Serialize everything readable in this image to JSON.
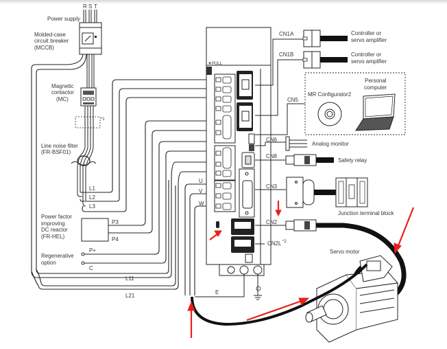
{
  "diagram": {
    "power_supply": {
      "label": "Power supply",
      "phases": [
        "R",
        "S",
        "T"
      ]
    },
    "mccb": {
      "label_lines": [
        "Molded-case",
        "circuit breaker",
        "(MCCB)"
      ]
    },
    "mc": {
      "label_lines": [
        "Magnetic",
        "contactor",
        "(MC)"
      ]
    },
    "note_1": "*1",
    "line_noise_filter": {
      "label_lines": [
        "Line noise filter",
        "(FR-BSF01)"
      ]
    },
    "lines": {
      "l1": "L1",
      "l2": "L2",
      "l3": "L3",
      "l11": "L11",
      "l21": "L21"
    },
    "dc_reactor": {
      "label_lines": [
        "Power factor",
        "improving",
        "DC reactor",
        "(FR-HEL)"
      ],
      "p3": "P3",
      "p4": "P4"
    },
    "regenerative_option": {
      "label_lines": [
        "Regenerative",
        "option"
      ],
      "p_plus": "P+",
      "c": "C"
    },
    "motor_phases": {
      "u": "U",
      "v": "V",
      "w": "W"
    },
    "earth": "E",
    "amplifier": {
      "pull_label": "▼PULL"
    },
    "connectors": {
      "cn1a": {
        "label": "CN1A",
        "target_lines": [
          "Controller or",
          "servo amplifier"
        ]
      },
      "cn1b": {
        "label": "CN1B",
        "target_lines": [
          "Controller or",
          "servo amplifier"
        ]
      },
      "cn5": {
        "label": "CN5"
      },
      "cn6": {
        "label": "CN6",
        "target": "Analog monitor"
      },
      "cn8": {
        "label": "CN8",
        "target": "Safety relay"
      },
      "cn3": {
        "label": "CN3",
        "target": "Junction terminal block"
      },
      "cn2": {
        "label": "CN2"
      },
      "cn2l": {
        "label": "CN2L",
        "note": "*2"
      }
    },
    "pc_box": {
      "software": "MR Configurator2",
      "computer_lines": [
        "Personal",
        "computer"
      ]
    },
    "servo_motor": {
      "label": "Servo motor"
    },
    "annotation_color": "#e8201a"
  }
}
